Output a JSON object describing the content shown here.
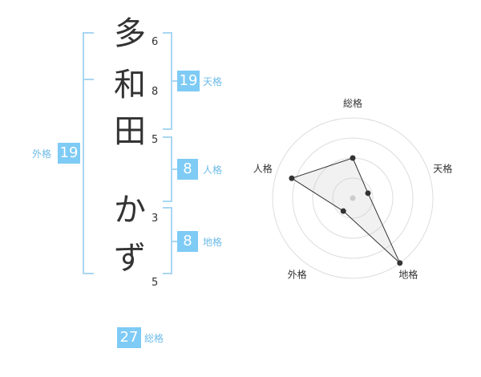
{
  "name": {
    "chars": [
      {
        "char": "多",
        "strokes": "6"
      },
      {
        "char": "和",
        "strokes": "8"
      },
      {
        "char": "田",
        "strokes": "5"
      },
      {
        "char": "か",
        "strokes": "3"
      },
      {
        "char": "ず",
        "strokes": "5"
      }
    ]
  },
  "fortune": {
    "tenkaku": {
      "value": "19",
      "label": "天格"
    },
    "jinkaku": {
      "value": "8",
      "label": "人格"
    },
    "chikaku": {
      "value": "8",
      "label": "地格"
    },
    "gaikaku": {
      "value": "19",
      "label": "外格"
    },
    "soukaku": {
      "value": "27",
      "label": "総格"
    }
  },
  "colors": {
    "accent": "#7ecbf5",
    "bracket": "#a9d6f2",
    "label": "#6dbbe8",
    "text": "#333333"
  },
  "chart_data": {
    "type": "radar",
    "axes": [
      "総格",
      "天格",
      "地格",
      "外格",
      "人格"
    ],
    "values": [
      0.5,
      0.2,
      1.0,
      0.2,
      0.8
    ],
    "range": [
      0,
      1
    ],
    "rings": 4
  }
}
